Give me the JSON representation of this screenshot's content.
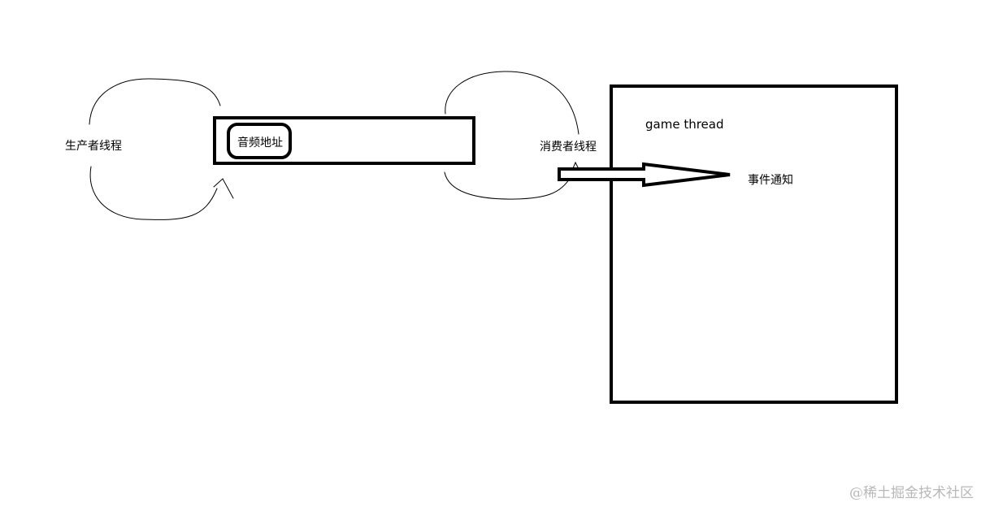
{
  "labels": {
    "producer_thread": "生产者线程",
    "audio_address": "音频地址",
    "consumer_thread": "消费者线程",
    "game_thread": "game thread",
    "event_notify": "事件通知"
  },
  "watermark": "@稀土掘金技术社区",
  "colors": {
    "background": "#ffffff",
    "ink": "#000000",
    "watermark": "#b8b8b8"
  }
}
